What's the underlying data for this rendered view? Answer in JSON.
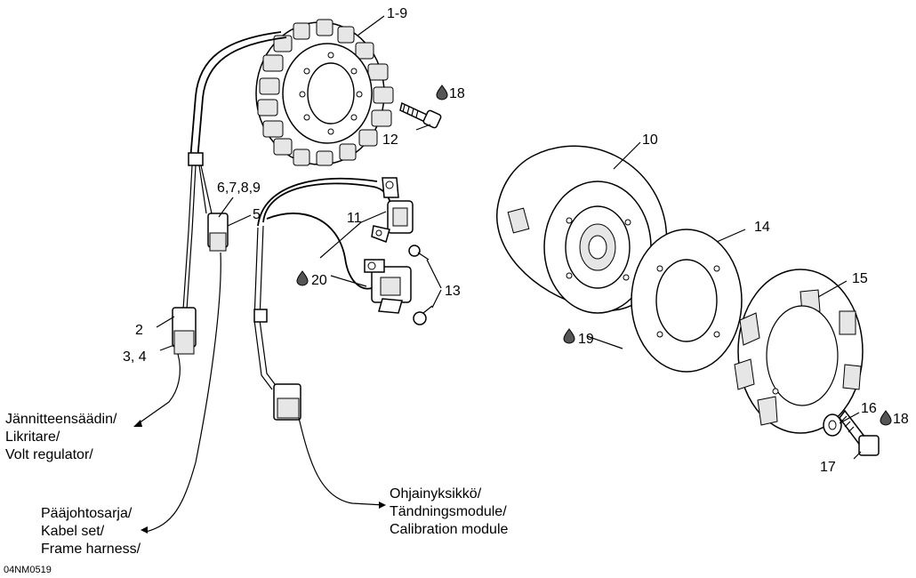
{
  "part_labels": {
    "p1_9": "1-9",
    "p18a": "18",
    "p12": "12",
    "p10": "10",
    "p6789": "6,7,8,9",
    "p5": "5",
    "p11": "11",
    "p14": "14",
    "p20": "20",
    "p13": "13",
    "p15": "15",
    "p2": "2",
    "p34": "3, 4",
    "p19": "19",
    "p16": "16",
    "p18b": "18",
    "p17": "17"
  },
  "callouts": {
    "volt_regulator": [
      "Jännitteensäädin/",
      "Likritare/",
      "Volt regulator/"
    ],
    "frame_harness": [
      "Pääjohtosarja/",
      "Kabel set/",
      "Frame harness/"
    ],
    "calibration_module": [
      "Ohjainyksikkö/",
      "Tändningsmodule/",
      "Calibration module"
    ]
  },
  "reference_code": "04NM0519",
  "icons": [
    "loctite-drop-icon"
  ]
}
